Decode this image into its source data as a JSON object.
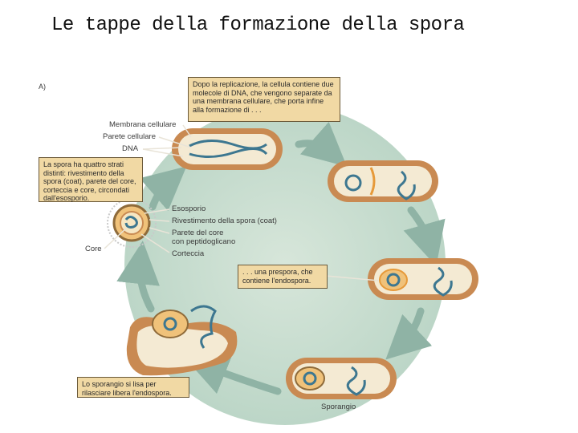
{
  "title": "Le tappe della formazione della spora",
  "panel_label": "A)",
  "boxes": {
    "replication": "Dopo la replicazione, la cellula contiene due molecole di DNA, che vengono separate da una membrana cellulare, che porta infine alla formazione di . . .",
    "prespore": ". . . una prespora, che contiene l'endospora.",
    "layers": "La spora ha quattro strati distinti: rivestimento della spora (coat), parete del core, corteccia e core, circondati dall'esosporio.",
    "lysis": "Lo sporangio si lisa per rilasciare libera l'endospora."
  },
  "labels": {
    "membrane": "Membrana cellulare",
    "wall": "Parete cellulare",
    "dna": "DNA",
    "exosporium": "Esosporio",
    "coat": "Rivestimento della spora (coat)",
    "core_wall_1": "Parete del core",
    "core_wall_2": "con peptidoglicano",
    "cortex": "Corteccia",
    "core": "Core",
    "sporangium": "Sporangio"
  }
}
